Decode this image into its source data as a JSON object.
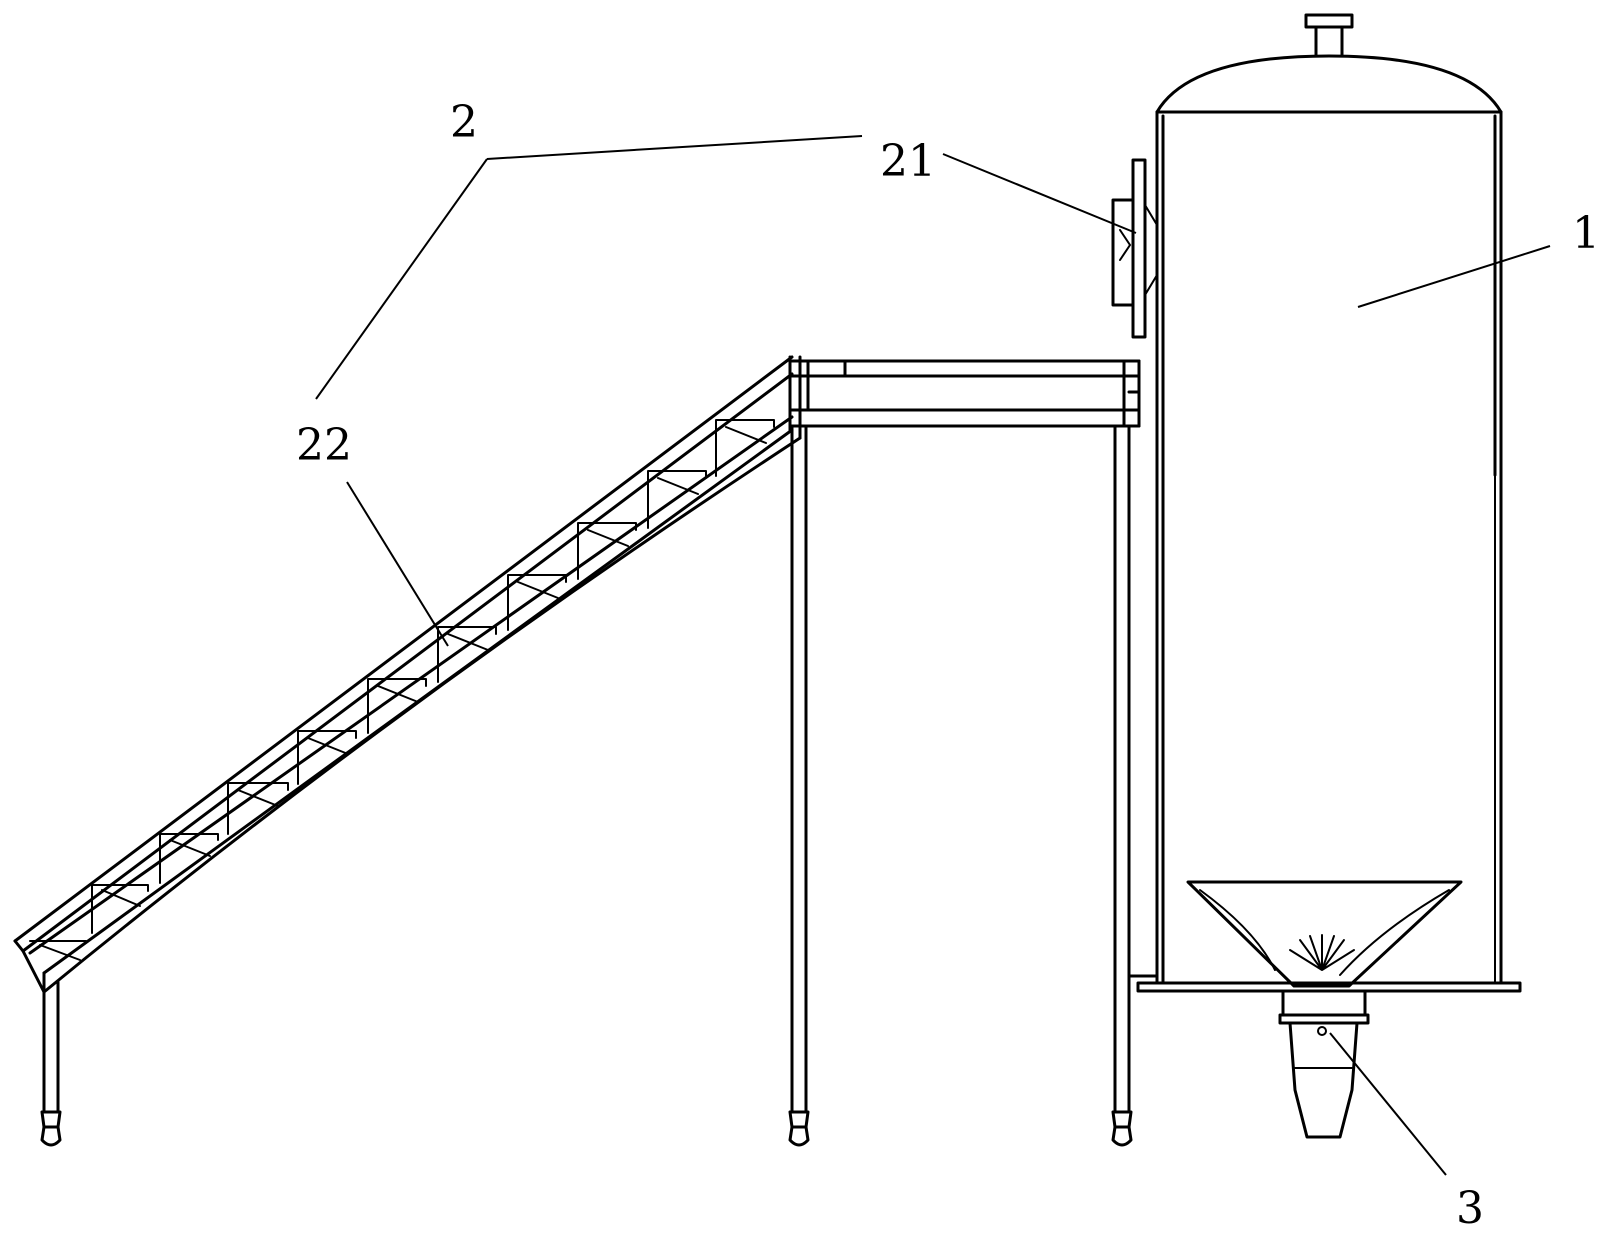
{
  "labels": {
    "tank": "1",
    "conveyor": "2",
    "motor": "21",
    "truss": "22",
    "pump": "3"
  }
}
